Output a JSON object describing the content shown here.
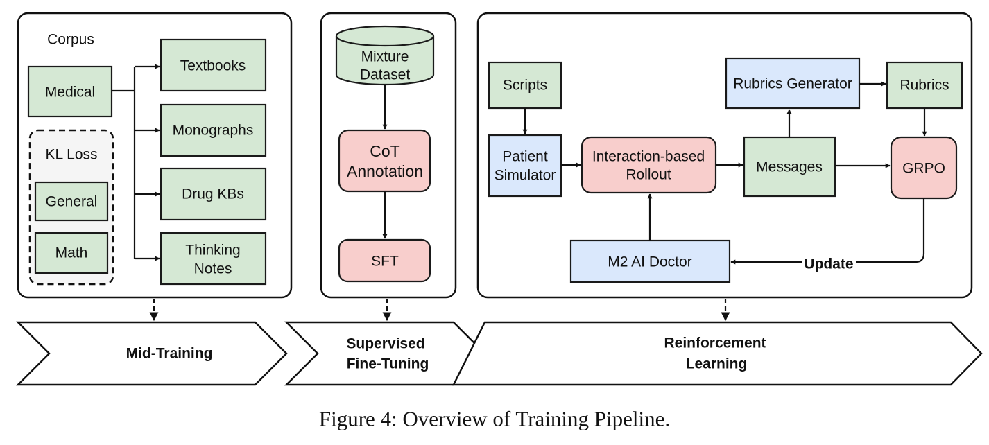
{
  "mid_training": {
    "corpus_label": "Corpus",
    "medical": "Medical",
    "kl_loss": "KL Loss",
    "general": "General",
    "math": "Math",
    "textbooks": "Textbooks",
    "monographs": "Monographs",
    "drug_kbs": "Drug KBs",
    "thinking_notes": [
      "Thinking",
      "Notes"
    ]
  },
  "sft": {
    "mixture_dataset": [
      "Mixture",
      "Dataset"
    ],
    "cot_annotation": [
      "CoT",
      "Annotation"
    ],
    "sft": "SFT"
  },
  "rl": {
    "scripts": "Scripts",
    "patient_simulator": [
      "Patient",
      "Simulator"
    ],
    "interaction_rollout": [
      "Interaction-based",
      "Rollout"
    ],
    "messages": "Messages",
    "rubrics_generator": "Rubrics Generator",
    "rubrics": "Rubrics",
    "grpo": "GRPO",
    "m2_doctor": "M2 AI Doctor",
    "update": "Update"
  },
  "stages": {
    "mid_training": "Mid-Training",
    "sft": [
      "Supervised",
      "Fine-Tuning"
    ],
    "rl": [
      "Reinforcement",
      "Learning"
    ]
  },
  "caption": "Figure 4: Overview of Training Pipeline."
}
